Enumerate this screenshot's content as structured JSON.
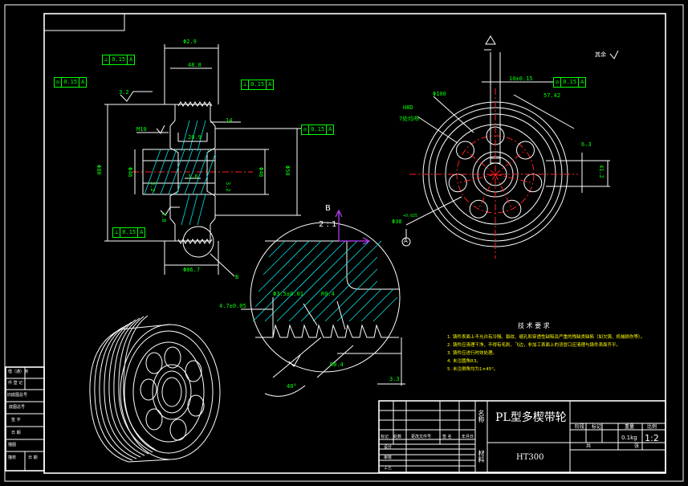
{
  "dims": {
    "d_top": "Φ2.9",
    "d_48": "48.8",
    "d_10": "M10",
    "d_14": "14",
    "d_209": "20.9",
    "d_left": "Φ80",
    "d_bore": "Φ46",
    "d_right1": "Φ46",
    "d_right2": "Φ50",
    "d_16": "1.6",
    "d_32a": "3.2",
    "d_32b": "3.2",
    "d_38": "3.8",
    "d_32c": "3.2",
    "d_bottom": "Φ86.7",
    "d_b": "B",
    "d_100": "Φ100",
    "d_hbd": "H8D",
    "d_7": "7处均布",
    "d_10tol": "10±0.15",
    "d_5742": "57.42",
    "d_63": "6.3",
    "d_412": "41.2",
    "d_38b": "Φ38",
    "d_tol_up": "+0.025",
    "d_datum": "A",
    "d_rest": "其余",
    "d_35": "Φ3.5±0.01",
    "d_04": "R0.4",
    "d_47": "4.7±0.05",
    "d_04b": "R0.4",
    "d_33": "3.3",
    "d_40": "40°"
  },
  "tolerances": {
    "t1": {
      "sym": "⊥",
      "val": "0.15",
      "ref": "A"
    },
    "t2": {
      "sym": "◎",
      "val": "0.15",
      "ref": "A"
    },
    "t3": {
      "sym": "⊥",
      "val": "0.15",
      "ref": "A"
    },
    "t4": {
      "sym": "◎",
      "val": "0.15",
      "ref": "A"
    },
    "t5": {
      "sym": "⊥",
      "val": "0.15",
      "ref": "A"
    },
    "t6": {
      "sym": "◎",
      "val": "0.15",
      "ref": "A"
    }
  },
  "detail": {
    "label_top": "B",
    "label_scale": "2 : 1"
  },
  "tech": {
    "title": "技 术 要 求",
    "lines": [
      "1. 铸件表面上不允许有冷隔、裂纹、缩孔和穿透性缺陷及严重的残缺类缺陷（如欠铸、机械损伤等）。",
      "2. 铸件应清理干净，不得有毛刺、飞边，非加工表面上的浇冒口应清理与铸件表面齐平。",
      "3. 铸件应进行时效处理。",
      "4. 未注圆角R3。",
      "5. 未注倒角均为1×45°。"
    ]
  },
  "title_block": {
    "name_label": "名称",
    "part_name": "PL型多楔带轮",
    "material_label": "材料",
    "material": "HT300",
    "stage": "阶段",
    "mark": "标记",
    "weight_label": "重量",
    "ratio_label": "比例",
    "weight": "0.1kg",
    "scale": "1:2",
    "share": "共",
    "sheet": "张",
    "h_mark": "标记",
    "h_count": "处数",
    "h_zone": "分区",
    "h_doc": "更改文件号",
    "h_sign": "签 名",
    "h_date": "年月日",
    "r_design": "设计",
    "r_check": "审核",
    "r_craft": "工艺"
  },
  "side_block": {
    "r1": "借（通）用",
    "r2": "件 登 记",
    "r3": "旧底图总号",
    "r4": "底图总号",
    "r5": "签  字",
    "r6": "日  期",
    "r7": "描图",
    "r8": "描校",
    "r9": "日 期"
  }
}
